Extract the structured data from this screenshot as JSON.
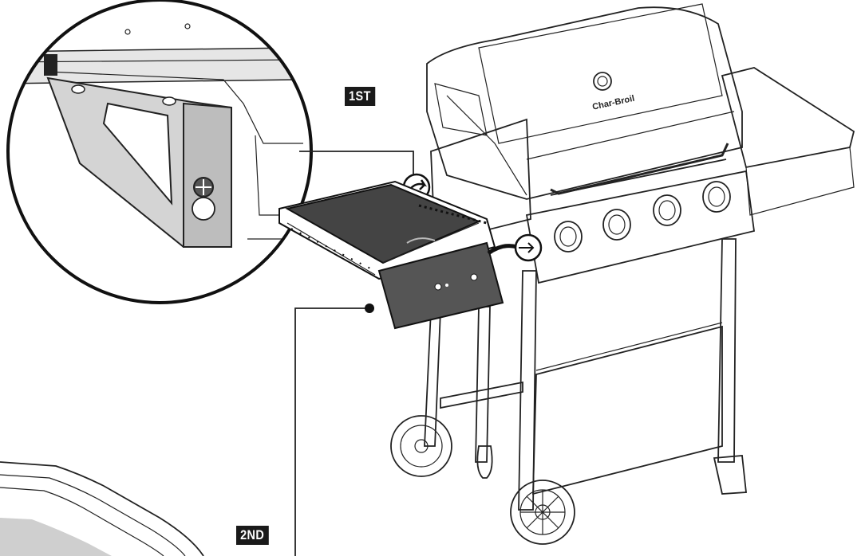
{
  "labels": {
    "step_1": "1ST",
    "step_2": "2ND"
  },
  "brand_logo_text": "Char-Broil",
  "colors": {
    "outline": "#222222",
    "shelf_fill": "#444444",
    "label_bg": "#1a1a1a",
    "label_text": "#ffffff",
    "detail_shade": "#bdbdbd"
  }
}
